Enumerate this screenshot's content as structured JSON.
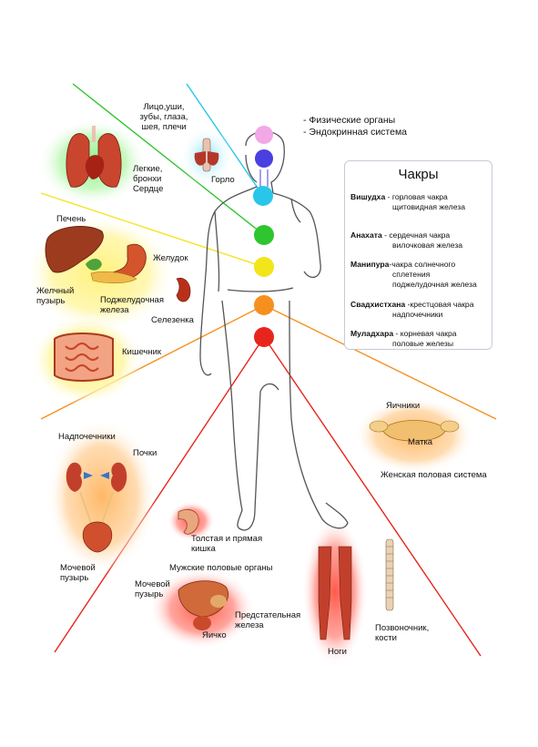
{
  "legend": {
    "line1": "- Физические органы",
    "line2": "- Эндокринная система"
  },
  "chakra_box": {
    "title": "Чакры",
    "items": [
      {
        "name": "Вишудха",
        "desc1": " - горловая чакра",
        "desc2": "щитовидная железа",
        "color": "#29c6ea"
      },
      {
        "name": "Анахата",
        "desc1": " - сердечная чакра",
        "desc2": "вилочковая железа",
        "color": "#2ec52e"
      },
      {
        "name": "Манипура",
        "desc1": "-чакра солнечного",
        "desc2": "сплетения",
        "desc3": "поджелудочная железа",
        "color": "#f2e51a"
      },
      {
        "name": "Свадхистхана",
        "desc1": " -крестцовая чакра",
        "desc2": "надпочечники",
        "color": "#f5901e"
      },
      {
        "name": "Муладхара",
        "desc1": " - корневая чакра",
        "desc2": "половые железы",
        "color": "#e8251c"
      }
    ]
  },
  "body_chakra_colors": [
    "#f2a8e6",
    "#4a3fe0",
    "#29c6ea",
    "#2ec52e",
    "#f2e51a",
    "#f5901e",
    "#e8251c"
  ],
  "labels": {
    "face": "Лицо,уши,",
    "face2": "зубы, глаза,",
    "face3": "шея, плечи",
    "throat": "Горло",
    "lungs1": "Легкие,",
    "lungs2": "бронхи",
    "lungs3": "Сердце",
    "liver": "Печень",
    "stomach": "Желудок",
    "gall1": "Желчный",
    "gall2": "пузырь",
    "pancreas1": "Поджелудочная",
    "pancreas2": "железа",
    "spleen": "Селезенка",
    "intestine": "Кишечник",
    "adrenal": "Надпочечники",
    "kidneys": "Почки",
    "bladder1": "Мочевой",
    "bladder2": "пузырь",
    "colon1": "Толстая и прямая",
    "colon2": "кишка",
    "male": "Мужские половые органы",
    "mbladder1": "Мочевой",
    "mbladder2": "пузырь",
    "prostate1": "Предстательная",
    "prostate2": "железа",
    "testicle": "Яичко",
    "legs": "Ноги",
    "spine1": "Позвоночник,",
    "spine2": "кости",
    "ovaries": "Яичники",
    "uterus": "Матка",
    "female": "Женская половая система"
  }
}
